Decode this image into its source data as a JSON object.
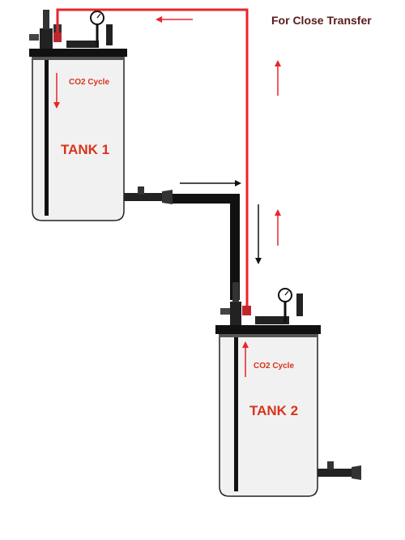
{
  "title": "For Close Transfer",
  "tank1": {
    "label": "TANK 1",
    "cycle_label": "CO2 Cycle"
  },
  "tank2": {
    "label": "TANK 2",
    "cycle_label": "CO2 Cycle"
  },
  "colors": {
    "co2_line": "#e8252a",
    "pipe": "#111111",
    "tank_fill": "#f1f1f1",
    "tank_stroke": "#222222",
    "label": "#d9341c"
  }
}
